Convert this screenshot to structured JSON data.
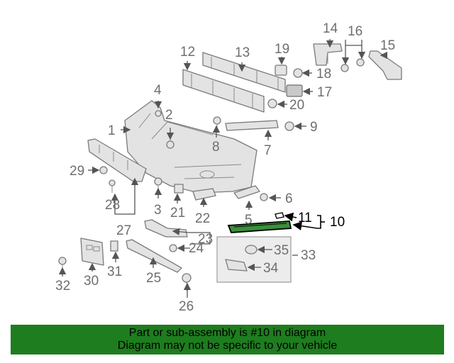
{
  "callouts": [
    "1",
    "2",
    "3",
    "4",
    "5",
    "6",
    "7",
    "8",
    "9",
    "10",
    "11",
    "12",
    "13",
    "14",
    "15",
    "16",
    "17",
    "18",
    "19",
    "20",
    "21",
    "22",
    "23",
    "24",
    "25",
    "26",
    "27",
    "28",
    "29",
    "30",
    "31",
    "32",
    "33",
    "34",
    "35"
  ],
  "highlighted_parts": [
    "10",
    "11"
  ],
  "highlight_color": "#000000",
  "default_color": "#6e6e6e",
  "footer": {
    "line1": "Part or sub-assembly is #10 in diagram",
    "line2": "Diagram may not be specific to your vehicle",
    "background": "#1e7d1e"
  }
}
